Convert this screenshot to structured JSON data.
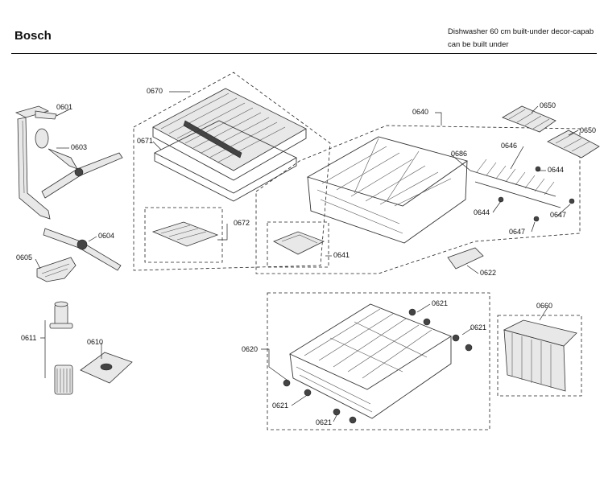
{
  "header": {
    "brand": "Bosch",
    "description_line1": "Dishwasher 60 cm built-under decor-capab",
    "description_line2": "can be built under"
  },
  "part_labels": {
    "p0601": "0601",
    "p0603": "0603",
    "p0604": "0604",
    "p0605": "0605",
    "p0610": "0610",
    "p0611": "0611",
    "p0620": "0620",
    "p0621a": "0621",
    "p0621b": "0621",
    "p0621c": "0621",
    "p0621d": "0621",
    "p0622": "0622",
    "p0640": "0640",
    "p0641": "0641",
    "p0644a": "0644",
    "p0644b": "0644",
    "p0646": "0646",
    "p0647a": "0647",
    "p0647b": "0647",
    "p0650a": "0650",
    "p0650b": "0650",
    "p0660": "0660",
    "p0670": "0670",
    "p0671": "0671",
    "p0672": "0672",
    "p0686": "0686"
  }
}
